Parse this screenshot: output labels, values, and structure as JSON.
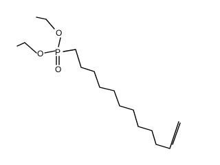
{
  "molecule": {
    "atoms": {
      "o_upper": "O",
      "o_lower": "O",
      "phosphorus": "P",
      "o_double": "O"
    }
  }
}
